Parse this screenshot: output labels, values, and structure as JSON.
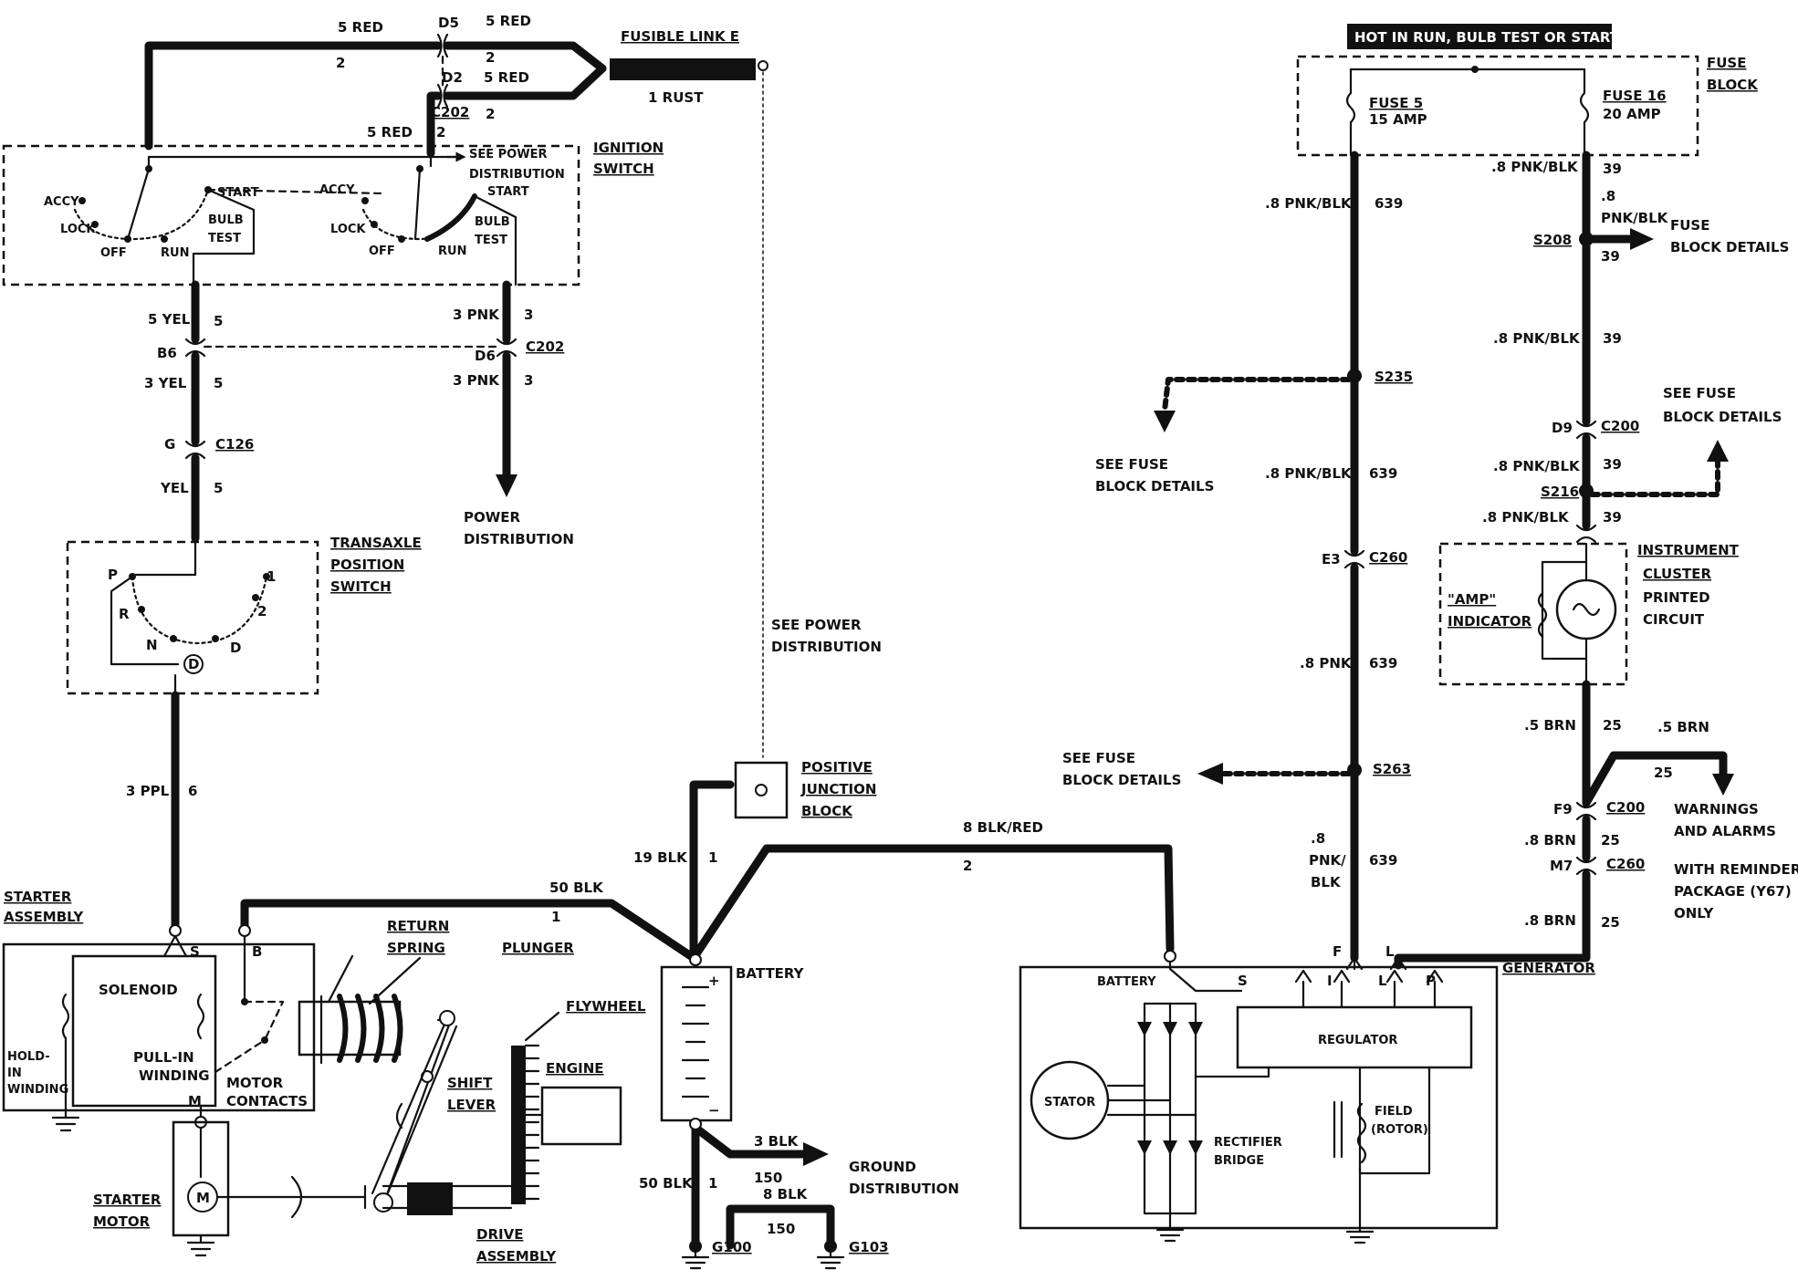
{
  "colors": {
    "ink": "#111111",
    "background": "#ffffff",
    "banner_bg": "#111111",
    "banner_text": "#ffffff"
  },
  "banner": "HOT IN RUN, BULB TEST OR START",
  "components": {
    "fusible_link": "FUSIBLE LINK E",
    "ignition_switch": [
      "IGNITION",
      "SWITCH"
    ],
    "see_power_distribution_1": [
      "SEE POWER",
      "DISTRIBUTION"
    ],
    "transaxle_switch": [
      "TRANSAXLE",
      "POSITION",
      "SWITCH"
    ],
    "power_distribution": [
      "POWER",
      "DISTRIBUTION"
    ],
    "see_power_distribution_2": [
      "SEE POWER",
      "DISTRIBUTION"
    ],
    "positive_junction_block": [
      "POSITIVE",
      "JUNCTION",
      "BLOCK"
    ],
    "starter_assembly": [
      "STARTER",
      "ASSEMBLY"
    ],
    "solenoid": "SOLENOID",
    "hold_in_winding": [
      "HOLD-",
      "IN",
      "WINDING"
    ],
    "pull_in_winding": [
      "PULL-IN",
      "WINDING"
    ],
    "motor_contacts": [
      "MOTOR",
      "CONTACTS"
    ],
    "return_spring": [
      "RETURN",
      "SPRING"
    ],
    "plunger": "PLUNGER",
    "flywheel": "FLYWHEEL",
    "engine": "ENGINE",
    "shift_lever": [
      "SHIFT",
      "LEVER"
    ],
    "starter_motor": [
      "STARTER",
      "MOTOR"
    ],
    "drive_assembly": [
      "DRIVE",
      "ASSEMBLY"
    ],
    "battery": "BATTERY",
    "ground_distribution": [
      "GROUND",
      "DISTRIBUTION"
    ],
    "generator": "GENERATOR",
    "gen_battery": "BATTERY",
    "regulator": "REGULATOR",
    "stator": "STATOR",
    "rectifier_bridge": [
      "RECTIFIER",
      "BRIDGE"
    ],
    "field_rotor": [
      "FIELD",
      "(ROTOR)"
    ],
    "fuse_block": [
      "FUSE",
      "BLOCK"
    ],
    "fuse5": [
      "FUSE 5",
      "15 AMP"
    ],
    "fuse16": [
      "FUSE 16",
      "20 AMP"
    ],
    "fuse_block_details_1": [
      "FUSE",
      "BLOCK DETAILS"
    ],
    "see_fuse_block_details_1": [
      "SEE FUSE",
      "BLOCK DETAILS"
    ],
    "see_fuse_block_details_2": [
      "SEE FUSE",
      "BLOCK DETAILS"
    ],
    "see_fuse_block_details_3": [
      "SEE FUSE",
      "BLOCK DETAILS"
    ],
    "instrument_cluster": [
      "INSTRUMENT",
      "CLUSTER",
      "PRINTED",
      "CIRCUIT"
    ],
    "amp_indicator": [
      "\"AMP\"",
      "INDICATOR"
    ],
    "warnings": [
      "WARNINGS",
      "AND ALARMS",
      "WITH REMINDER",
      "PACKAGE (Y67)",
      "ONLY"
    ]
  },
  "switch_positions": {
    "ign": [
      "ACCY",
      "LOCK",
      "OFF",
      "RUN",
      "START",
      "BULB",
      "TEST"
    ],
    "ign2": [
      "ACCY",
      "LOCK",
      "OFF",
      "RUN",
      "START",
      "BULB",
      "TEST"
    ],
    "trans": [
      "P",
      "R",
      "N",
      "D",
      "D",
      "2",
      "1"
    ]
  },
  "terminals": {
    "S": "S",
    "B": "B",
    "M": "M",
    "plus": "+",
    "minus": "−",
    "gS": "S",
    "gI": "I",
    "gL": "L",
    "gP": "P",
    "F": "F",
    "L": "L"
  },
  "wires": {
    "w5red_top": "5 RED",
    "n2_top": "2",
    "w5red_d5": "5 RED",
    "d5": "D5",
    "n2_d5": "2",
    "d2": "D2",
    "w5red_d2": "5 RED",
    "c202_top": "C202",
    "n2_d2": "2",
    "w5red_ign": "5 RED",
    "n2_ign": "2",
    "rust": "1 RUST",
    "w5yel": "5 YEL",
    "n5_a": "5",
    "b6": "B6",
    "w3yel": "3 YEL",
    "n5_b": "5",
    "g": "G",
    "c126": "C126",
    "yel": "YEL",
    "n5_c": "5",
    "w3pnk_a": "3 PNK",
    "n3_a": "3",
    "d6": "D6",
    "c202_mid": "C202",
    "w3pnk_b": "3 PNK",
    "n3_b": "3",
    "w3ppl": "3 PPL",
    "n6": "6",
    "w50blk_top": "50 BLK",
    "n1_top": "1",
    "w19blk": "19 BLK",
    "n1_19": "1",
    "w8blkred": "8 BLK/RED",
    "n2_8": "2",
    "w3blk": "3 BLK",
    "n150_a": "150",
    "w50blk_bot": "50 BLK",
    "n1_bot": "1",
    "w8blk": "8 BLK",
    "n150_b": "150",
    "g100": "G100",
    "g103": "G103",
    "r8pnkblk_a": ".8 PNK/BLK",
    "r639_a": "639",
    "s235": "S235",
    "r8pnkblk_b": ".8 PNK/BLK",
    "r639_b": "639",
    "e3": "E3",
    "c260_a": "C260",
    "r8pnk": ".8 PNK",
    "r639_c": "639",
    "s263": "S263",
    "r8": ".8",
    "rpnk": "PNK/",
    "rblk": "BLK",
    "r639_d": "639",
    "q8pnkblk_a": ".8 PNK/BLK",
    "q39_a": "39",
    "q8": ".8",
    "qpnkblk": "PNK/BLK",
    "s208": "S208",
    "q39_b": "39",
    "q8pnkblk_c": ".8 PNK/BLK",
    "q39_c": "39",
    "d9": "D9",
    "c200_a": "C200",
    "q8pnkblk_d": ".8 PNK/BLK",
    "q39_d": "39",
    "s216": "S216",
    "q8pnkblk_e": ".8 PNK/BLK",
    "q39_e": "39",
    "q5brn_a": ".5 BRN",
    "q25_a": "25",
    "q5brn_b": ".5 BRN",
    "q25_b": "25",
    "f9": "F9",
    "c200_b": "C200",
    "q8brn_a": ".8 BRN",
    "q25_c": "25",
    "m7": "M7",
    "c260_b": "C260",
    "q8brn_b": ".8 BRN",
    "q25_d": "25"
  }
}
